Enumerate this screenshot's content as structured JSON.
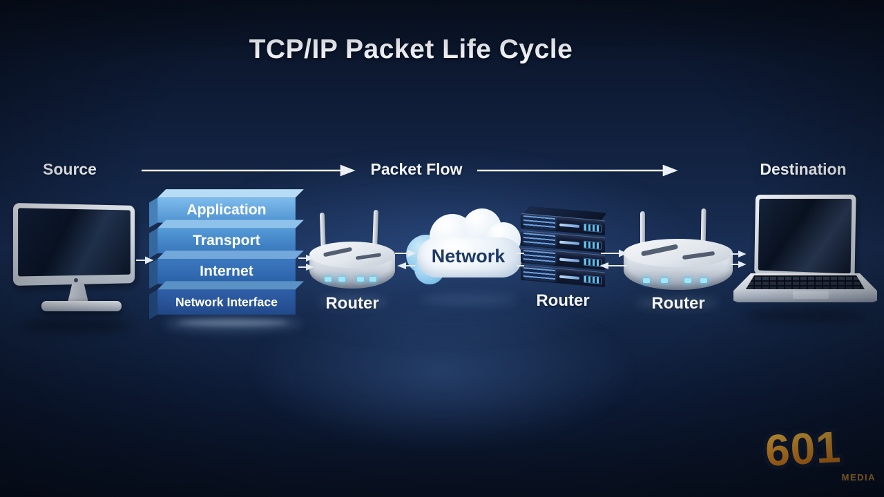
{
  "title": "TCP/IP Packet Life Cycle",
  "flow": {
    "source": "Source",
    "packet_flow": "Packet Flow",
    "destination": "Destination"
  },
  "stack": {
    "layers": [
      {
        "label": "Application",
        "color": "#6fb0e6"
      },
      {
        "label": "Transport",
        "color": "#4a8bcd"
      },
      {
        "label": "Internet",
        "color": "#3a73bb"
      },
      {
        "label": "Network Interface",
        "color": "#2d5a9e"
      }
    ]
  },
  "devices": {
    "router1": {
      "label": "Router"
    },
    "cloud": {
      "label": "Network"
    },
    "server_router": {
      "label": "Router"
    },
    "router2": {
      "label": "Router"
    }
  },
  "watermark": {
    "number": "601",
    "text": "MEDIA",
    "color": "#f5a623"
  },
  "colors": {
    "background": "#13244a",
    "title_text": "#f4f6fa",
    "label_text": "#f2f5f8",
    "arrow": "#edf1f6",
    "cloud_text": "#1e3a66",
    "led": "#9fe6fa"
  }
}
